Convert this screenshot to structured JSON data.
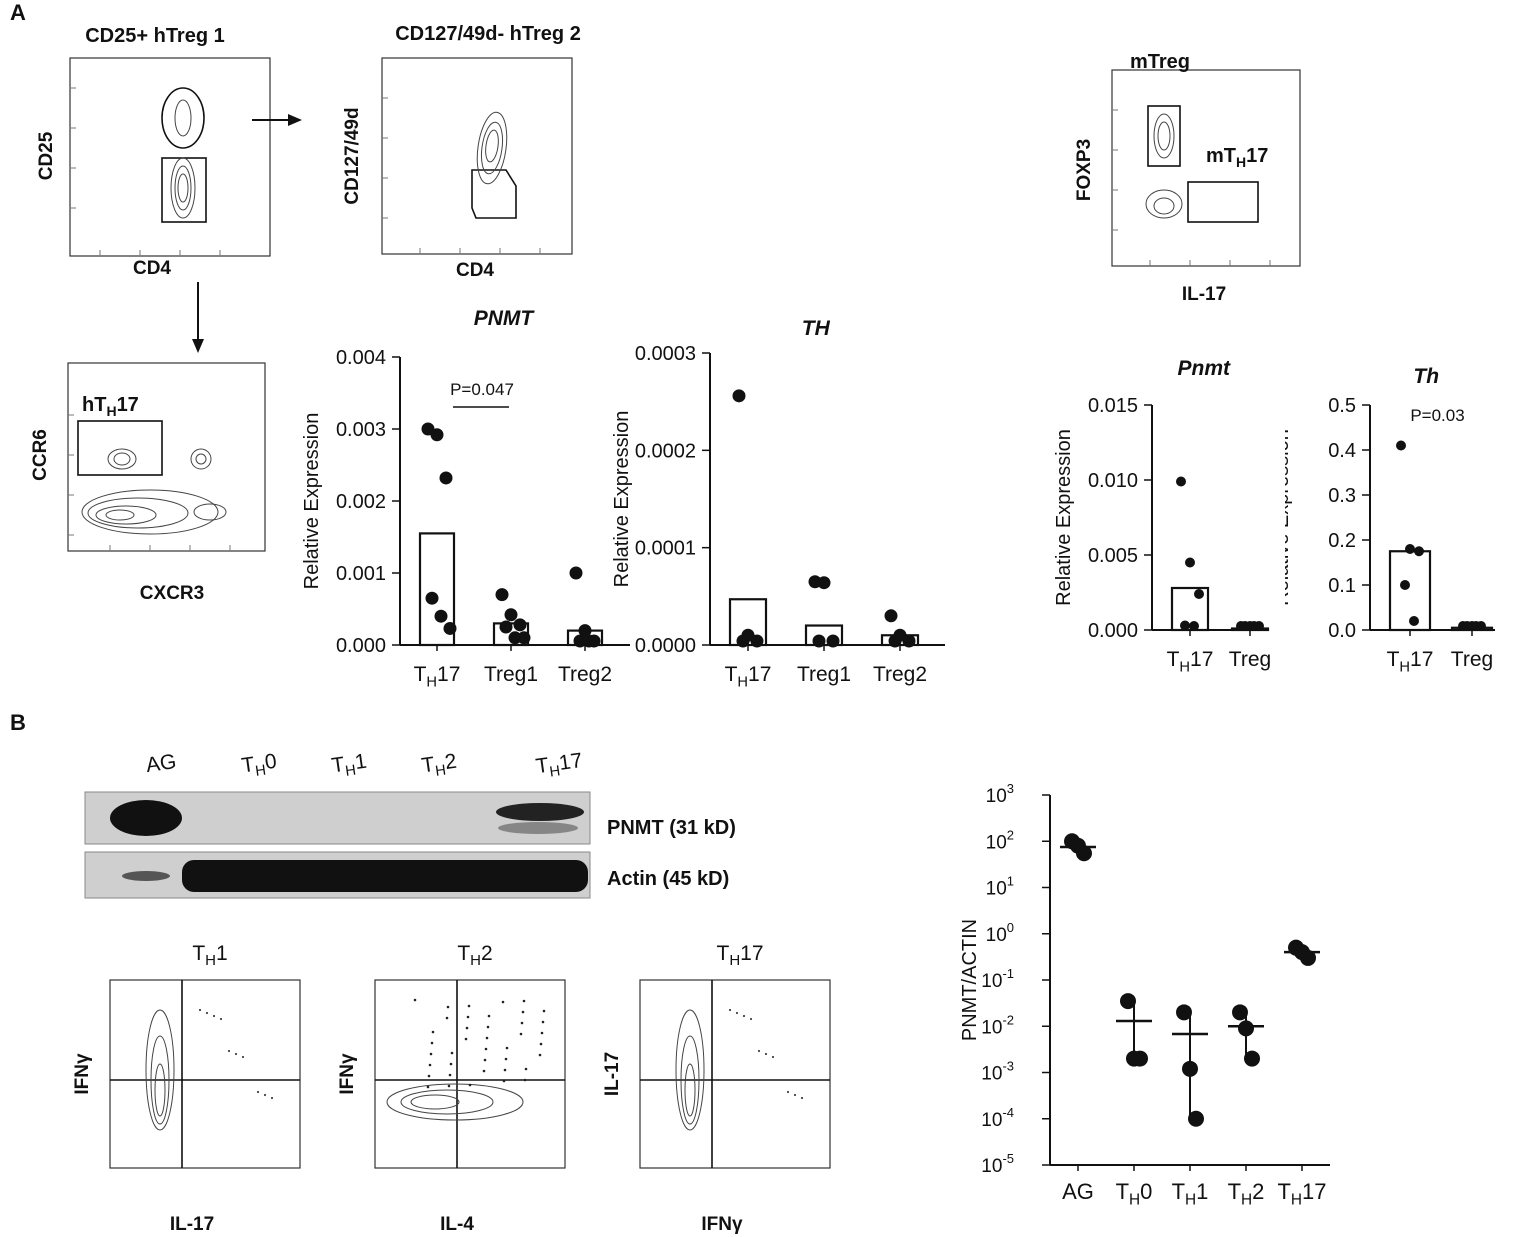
{
  "panels": {
    "A": {
      "label": "A",
      "flow": {
        "treg1": {
          "title": "CD25+ hTreg 1",
          "xlabel": "CD4",
          "ylabel": "CD25"
        },
        "treg2": {
          "title": "CD127/49d-  hTreg 2",
          "xlabel": "CD4",
          "ylabel": "CD127/49d"
        },
        "th17": {
          "gate": "hT_H17",
          "gate_main": "hT",
          "gate_sub": "H",
          "gate_tail": "17",
          "xlabel": "CXCR3",
          "ylabel": "CCR6"
        },
        "mouse": {
          "gate_treg": "mTreg",
          "gate_th17_main": "mT",
          "gate_th17_sub": "H",
          "gate_th17_tail": "17",
          "xlabel": "IL-17",
          "ylabel": "FOXP3"
        }
      }
    },
    "B": {
      "label": "B",
      "blot": {
        "lanes": [
          {
            "main": "AG",
            "sub": "",
            "tail": ""
          },
          {
            "main": "T",
            "sub": "H",
            "tail": "0"
          },
          {
            "main": "T",
            "sub": "H",
            "tail": "1"
          },
          {
            "main": "T",
            "sub": "H",
            "tail": "2"
          },
          {
            "main": "T",
            "sub": "H",
            "tail": "17"
          }
        ],
        "rows": [
          "PNMT (31 kD)",
          "Actin (45 kD)"
        ]
      },
      "flow": [
        {
          "title_main": "T",
          "title_sub": "H",
          "title_tail": "1",
          "xlabel": "IL-17",
          "ylabel": "IFNγ"
        },
        {
          "title_main": "T",
          "title_sub": "H",
          "title_tail": "2",
          "xlabel": "IL-4",
          "ylabel": "IFNγ"
        },
        {
          "title_main": "T",
          "title_sub": "H",
          "title_tail": "17",
          "xlabel": "IFNγ",
          "ylabel": "IL-17"
        }
      ]
    }
  },
  "chart_data": [
    {
      "id": "pnmt-human",
      "type": "bar",
      "title": "PNMT",
      "ylabel": "Relative  Expression",
      "ylim": [
        0,
        0.004
      ],
      "yticks": [
        "0.000",
        "0.001",
        "0.002",
        "0.003",
        "0.004"
      ],
      "categories": [
        {
          "main": "T",
          "sub": "H",
          "tail": "17"
        },
        {
          "main": "Treg1",
          "sub": "",
          "tail": ""
        },
        {
          "main": "Treg2",
          "sub": "",
          "tail": ""
        }
      ],
      "values": [
        0.00155,
        0.0003,
        0.0002
      ],
      "points": [
        [
          0.003,
          0.00292,
          0.00232,
          0.00065,
          0.0004,
          0.00023
        ],
        [
          0.0007,
          0.00042,
          0.00028,
          0.00025,
          0.0001,
          0.0001
        ],
        [
          0.001,
          0.0002,
          3e-05,
          2e-05,
          2e-05
        ]
      ],
      "annotation": "P=0.047"
    },
    {
      "id": "th-human",
      "type": "bar",
      "title": "TH",
      "ylabel": "Relative  Expression",
      "ylim": [
        0,
        0.0003
      ],
      "yticks": [
        "0.0000",
        "0.0001",
        "0.0002",
        "0.0003"
      ],
      "categories": [
        {
          "main": "T",
          "sub": "H",
          "tail": "17"
        },
        {
          "main": "Treg1",
          "sub": "",
          "tail": ""
        },
        {
          "main": "Treg2",
          "sub": "",
          "tail": ""
        }
      ],
      "values": [
        4.7e-05,
        2e-05,
        1e-05
      ],
      "points": [
        [
          0.000256,
          1e-05,
          2e-06,
          1e-06
        ],
        [
          6.5e-05,
          6.4e-05,
          2e-06,
          1e-06
        ],
        [
          3e-05,
          1e-05,
          2e-06,
          1e-06
        ]
      ]
    },
    {
      "id": "pnmt-mouse",
      "type": "bar",
      "title": "Pnmt",
      "ylabel": "Relative  Expression",
      "ylim": [
        0,
        0.015
      ],
      "yticks": [
        "0.000",
        "0.005",
        "0.010",
        "0.015"
      ],
      "categories": [
        {
          "main": "T",
          "sub": "H",
          "tail": "17"
        },
        {
          "main": "Treg",
          "sub": "",
          "tail": ""
        }
      ],
      "values": [
        0.0028,
        0.0001
      ],
      "points": [
        [
          0.0099,
          0.0045,
          0.0024,
          0.0003,
          0.0002
        ],
        [
          0.0001,
          0.0001,
          0.0001,
          0.0001,
          0.0001
        ]
      ]
    },
    {
      "id": "th-mouse",
      "type": "bar",
      "title": "Th",
      "ylabel": "Relative  Expression",
      "ylim": [
        0,
        0.5
      ],
      "yticks": [
        "0.0",
        "0.1",
        "0.2",
        "0.3",
        "0.4",
        "0.5"
      ],
      "categories": [
        {
          "main": "T",
          "sub": "H",
          "tail": "17"
        },
        {
          "main": "Treg",
          "sub": "",
          "tail": ""
        }
      ],
      "values": [
        0.175,
        0.005
      ],
      "points": [
        [
          0.41,
          0.18,
          0.175,
          0.1,
          0.02
        ],
        [
          0.005,
          0.005,
          0.005,
          0.005,
          0.005
        ]
      ],
      "annotation": "P=0.03"
    },
    {
      "id": "pnmt-actin",
      "type": "scatter",
      "ylabel": "PNMT/ACTIN",
      "yscale": "log",
      "ylim_exp": [
        -5,
        3
      ],
      "yticks_exp": [
        "-5",
        "-4",
        "-3",
        "-2",
        "-1",
        "0",
        "1",
        "2",
        "3"
      ],
      "categories": [
        {
          "main": "AG",
          "sub": "",
          "tail": ""
        },
        {
          "main": "T",
          "sub": "H",
          "tail": "0"
        },
        {
          "main": "T",
          "sub": "H",
          "tail": "1"
        },
        {
          "main": "T",
          "sub": "H",
          "tail": "2"
        },
        {
          "main": "T",
          "sub": "H",
          "tail": "17"
        }
      ],
      "points": [
        [
          100,
          80,
          55
        ],
        [
          0.035,
          0.002,
          0.002
        ],
        [
          0.02,
          0.0012,
          0.0001
        ],
        [
          0.02,
          0.009,
          0.002
        ],
        [
          0.5,
          0.4,
          0.3
        ]
      ],
      "means": [
        75,
        0.013,
        0.0068,
        0.01,
        0.4
      ]
    }
  ]
}
